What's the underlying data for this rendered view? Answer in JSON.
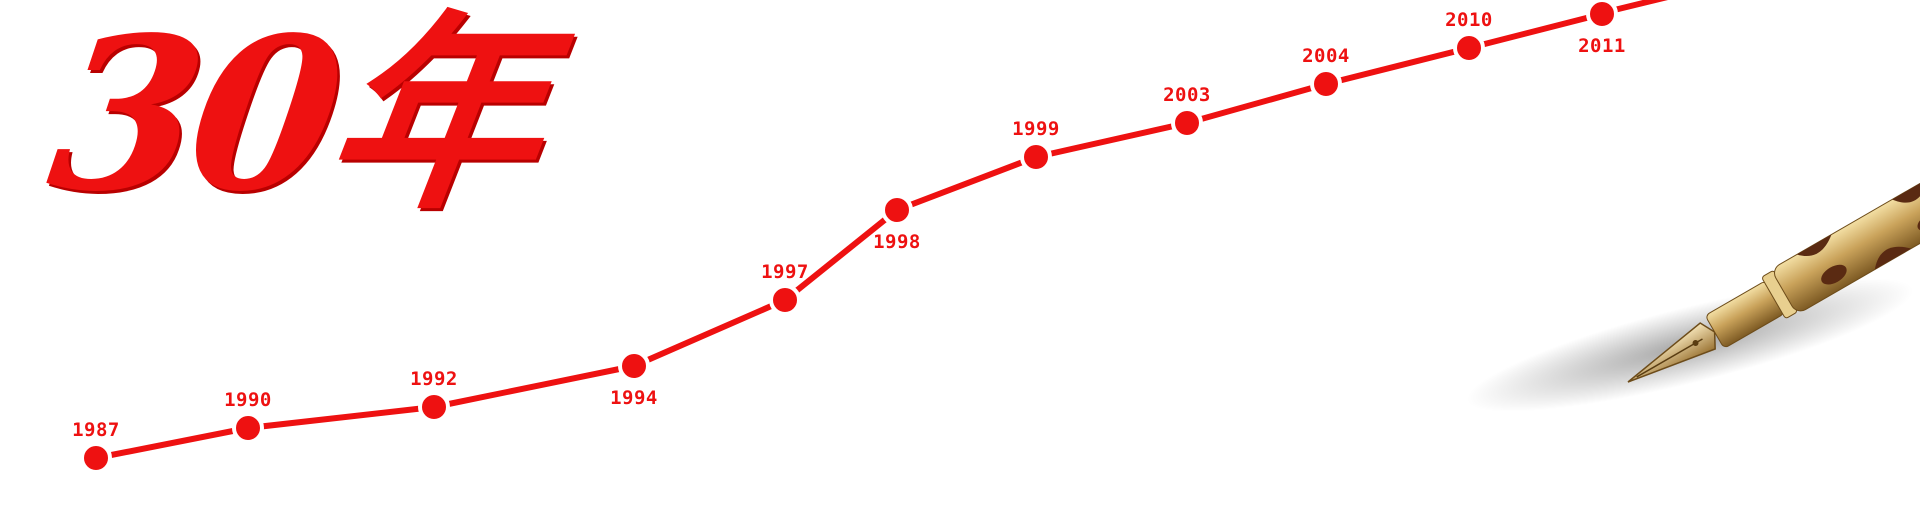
{
  "title": {
    "text": "30年"
  },
  "milestones": [
    {
      "year": "1987",
      "label_pos": "above"
    },
    {
      "year": "1990",
      "label_pos": "above"
    },
    {
      "year": "1992",
      "label_pos": "above"
    },
    {
      "year": "1994",
      "label_pos": "below"
    },
    {
      "year": "1997",
      "label_pos": "above"
    },
    {
      "year": "1998",
      "label_pos": "below"
    },
    {
      "year": "1999",
      "label_pos": "above"
    },
    {
      "year": "2003",
      "label_pos": "above"
    },
    {
      "year": "2004",
      "label_pos": "above"
    },
    {
      "year": "2010",
      "label_pos": "above"
    },
    {
      "year": "2011",
      "label_pos": "below"
    }
  ],
  "colors": {
    "accent": "#ee1111",
    "background": "#ffffff"
  },
  "icons": {
    "pen": "fountain-pen-icon"
  }
}
